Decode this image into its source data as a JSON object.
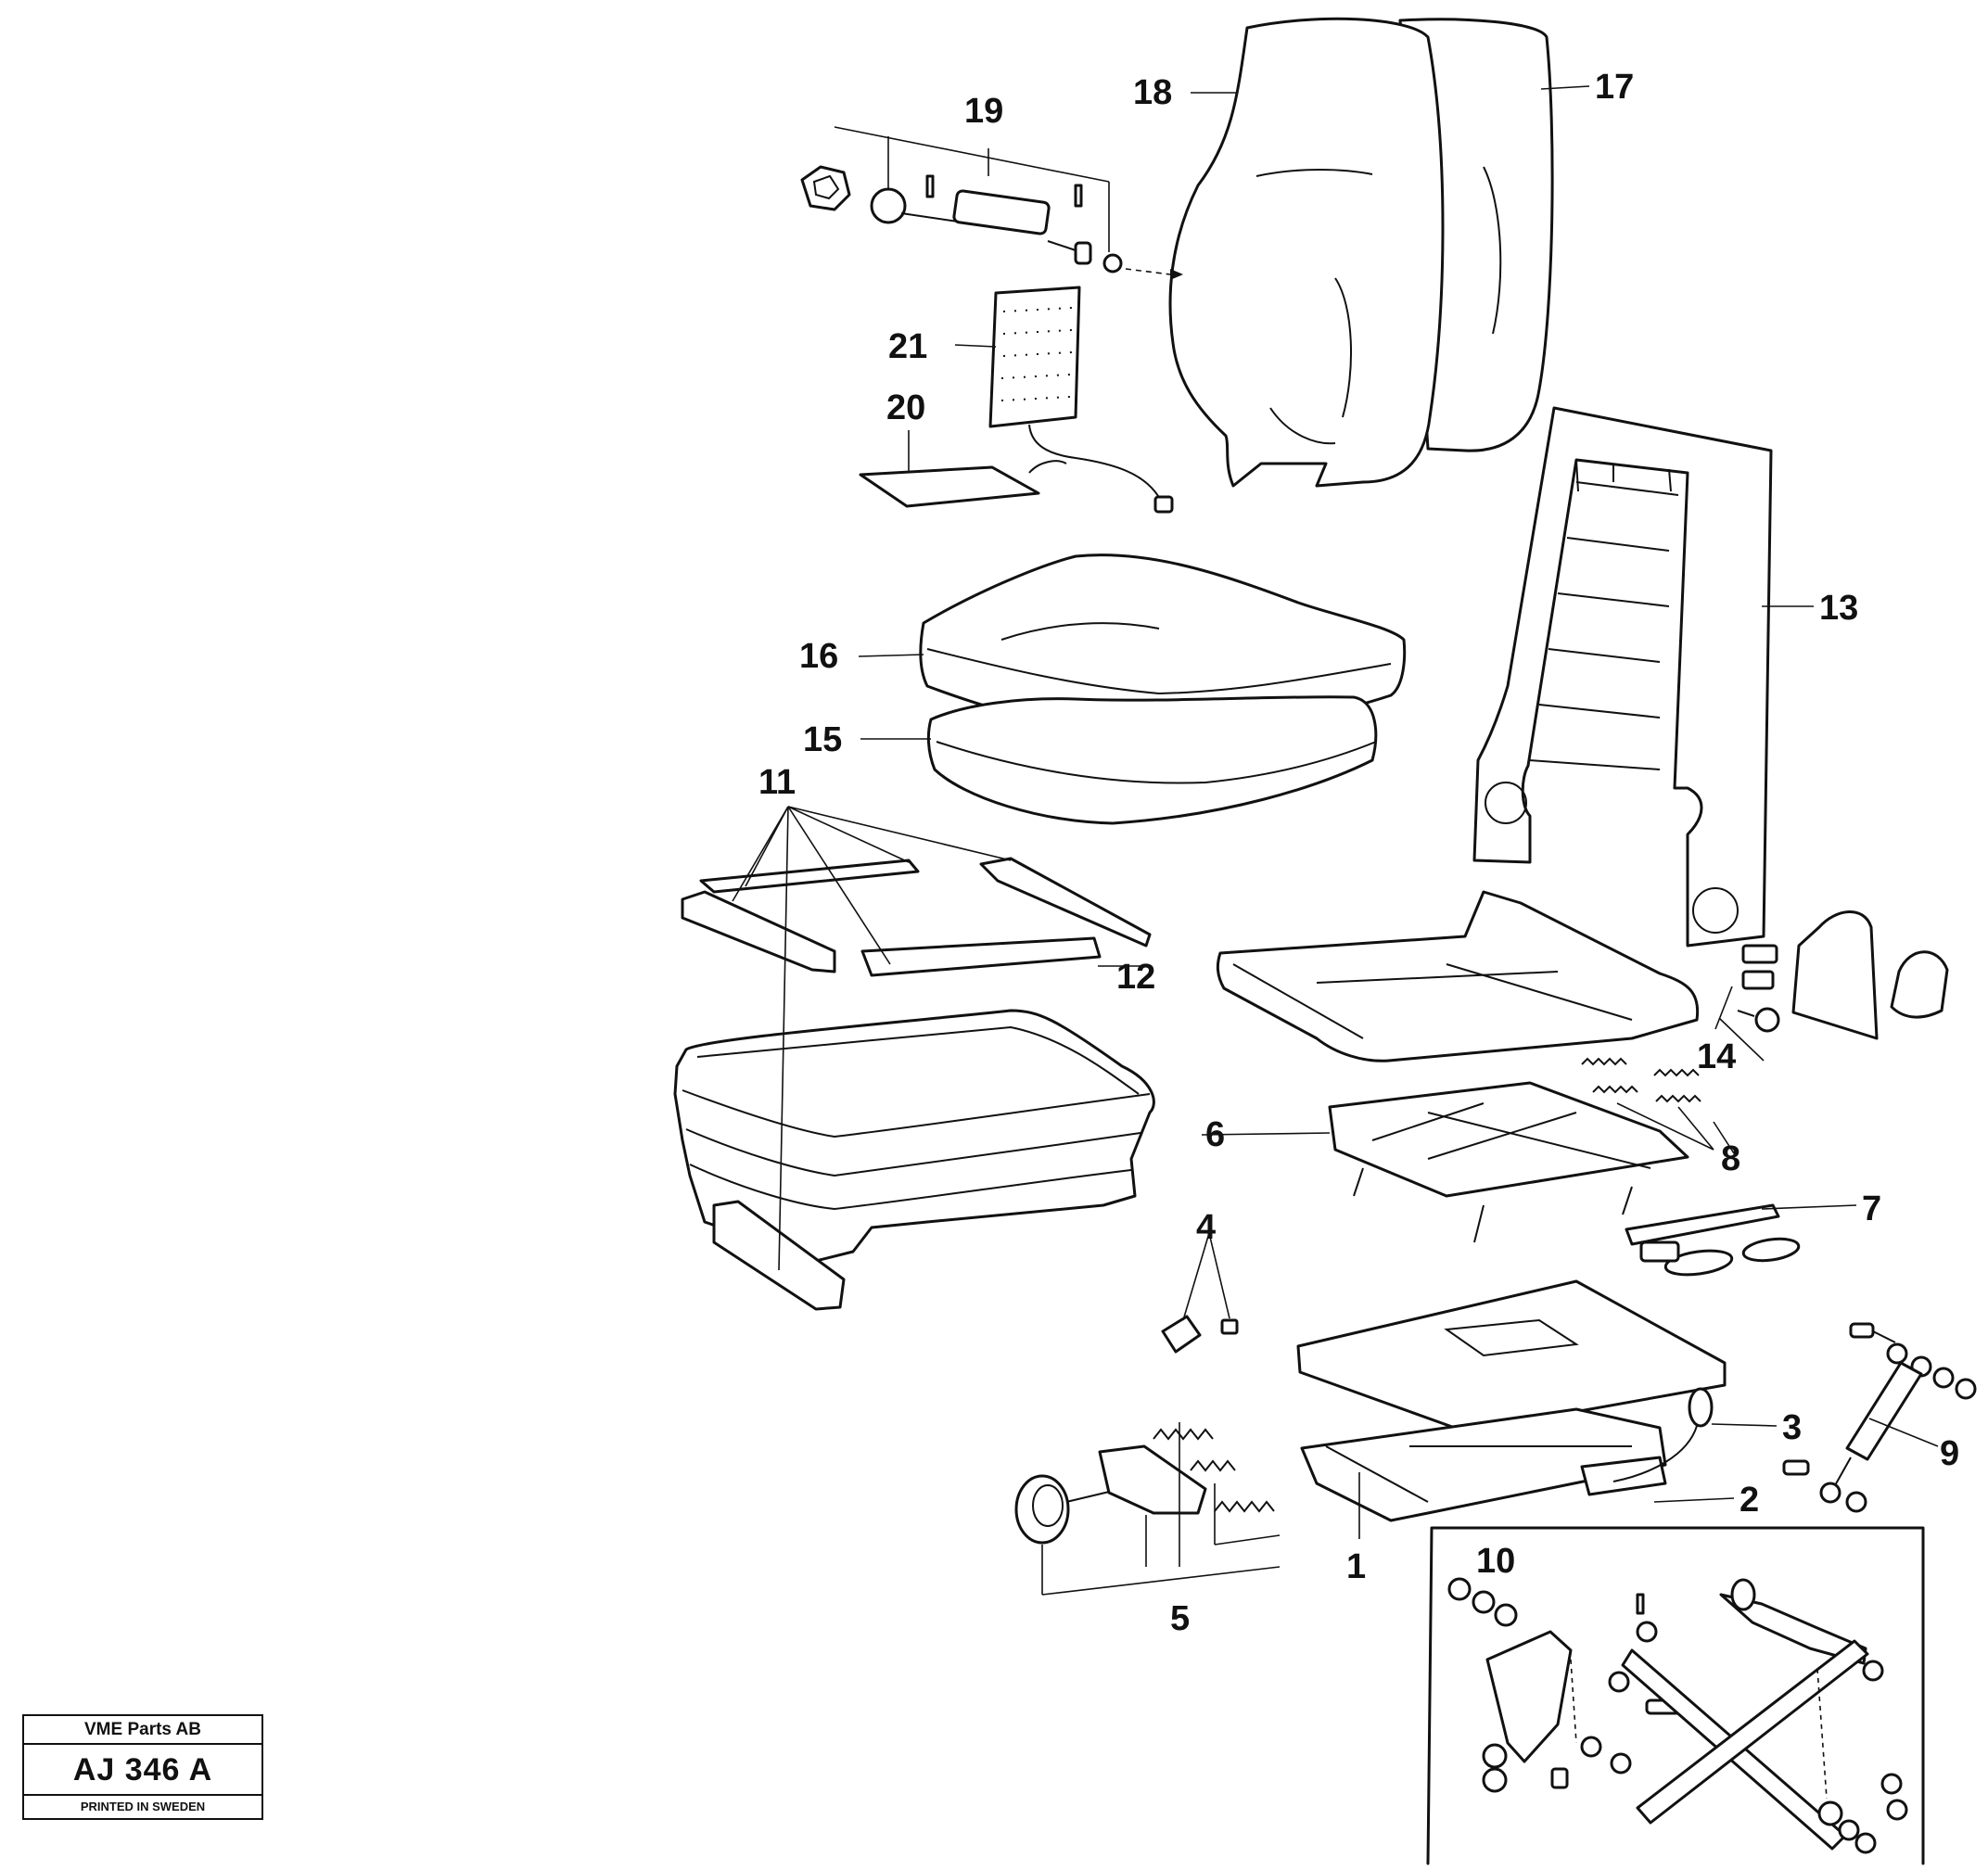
{
  "callouts": [
    "1",
    "2",
    "3",
    "4",
    "5",
    "6",
    "7",
    "8",
    "9",
    "10",
    "11",
    "12",
    "13",
    "14",
    "15",
    "16",
    "17",
    "18",
    "19",
    "20",
    "21"
  ],
  "stamp": {
    "company": "VME Parts AB",
    "code": "AJ 346 A",
    "printed": "PRINTED IN SWEDEN"
  }
}
